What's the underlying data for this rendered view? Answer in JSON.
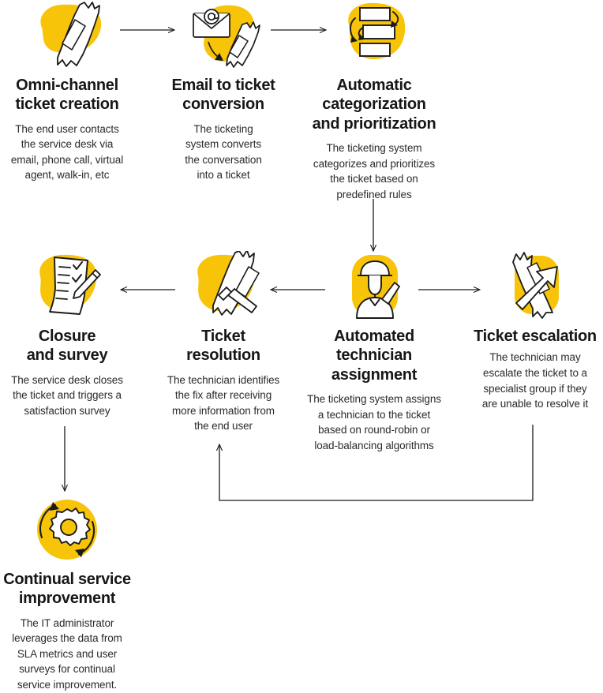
{
  "diagram": {
    "title": "IT service desk ticket lifecycle workflow",
    "accent_color": "#F7C40A",
    "line_color": "#1a1a1a",
    "text_color": "#171717"
  },
  "nodes": [
    {
      "id": "omni-channel-ticket-creation",
      "icon": "ticket-icon",
      "title": "Omni-channel\nticket creation",
      "title_lines": [
        "Omni-channel",
        "ticket creation"
      ],
      "description": "The end user contacts the service desk via email, phone call, virtual agent, walk-in, etc",
      "description_lines": [
        "The end user contacts",
        "the service desk via",
        "email, phone call, virtual",
        "agent, walk-in, etc"
      ]
    },
    {
      "id": "email-to-ticket-conversion",
      "icon": "email-to-ticket-icon",
      "title": "Email to ticket\nconversion",
      "title_lines": [
        "Email to ticket",
        "conversion"
      ],
      "description": "The ticketing system converts the conversation into a ticket",
      "description_lines": [
        "The ticketing",
        "system converts",
        "the conversation",
        "into a ticket"
      ]
    },
    {
      "id": "automatic-categorization-and-prioritization",
      "icon": "categorization-icon",
      "title": "Automatic categorization and prioritization",
      "title_lines": [
        "Automatic",
        "categorization",
        "and prioritization"
      ],
      "description": "The ticketing system categorizes and prioritizes the ticket based on predefined rules",
      "description_lines": [
        "The ticketing system",
        "categorizes and prioritizes",
        "the ticket based on",
        "predefined rules"
      ]
    },
    {
      "id": "closure-and-survey",
      "icon": "checklist-pencil-icon",
      "title": "Closure and survey",
      "title_lines": [
        "Closure",
        "and survey"
      ],
      "description": "The service desk closes the ticket and triggers a satisfaction survey",
      "description_lines": [
        "The service desk closes",
        "the ticket and triggers a",
        "satisfaction survey"
      ]
    },
    {
      "id": "ticket-resolution",
      "icon": "ticket-wrench-icon",
      "title": "Ticket resolution",
      "title_lines": [
        "Ticket",
        "resolution"
      ],
      "description": "The technician identifies the fix after receiving more information from the end user",
      "description_lines": [
        "The technician identifies",
        "the fix after receiving",
        "more information from",
        "the end user"
      ]
    },
    {
      "id": "automated-technician-assignment",
      "icon": "technician-icon",
      "title": "Automated technician assignment",
      "title_lines": [
        "Automated",
        "technician",
        "assignment"
      ],
      "description": "The ticketing system assigns a technician to the ticket based on round-robin or load-balancing algorithms",
      "description_lines": [
        "The ticketing system assigns",
        "a technician to the ticket",
        "based on round-robin or",
        "load-balancing algorithms"
      ]
    },
    {
      "id": "ticket-escalation",
      "icon": "ticket-escalation-icon",
      "title": "Ticket escalation",
      "title_lines": [
        "Ticket escalation"
      ],
      "description": "The technician may escalate the ticket to a specialist group if they are unable to resolve it",
      "description_lines": [
        "The technician may",
        "escalate the ticket to a",
        "specialist group if they",
        "are unable to resolve it"
      ]
    },
    {
      "id": "continual-service-improvement",
      "icon": "gear-cycle-icon",
      "title": "Continual service improvement",
      "title_lines": [
        "Continual service",
        "improvement"
      ],
      "description": "The IT administrator leverages the data from SLA metrics and user surveys for continual service improvement.",
      "description_lines": [
        "The IT administrator",
        "leverages the data from",
        "SLA metrics and user",
        "surveys for continual",
        "service improvement."
      ]
    }
  ],
  "connectors": [
    {
      "name": "arrow-creation-to-email",
      "direction": "right"
    },
    {
      "name": "arrow-email-to-categorization",
      "direction": "right"
    },
    {
      "name": "arrow-categorization-to-assignment",
      "direction": "down"
    },
    {
      "name": "arrow-assignment-to-escalation",
      "direction": "right"
    },
    {
      "name": "arrow-assignment-to-resolution",
      "direction": "left"
    },
    {
      "name": "arrow-resolution-to-closure",
      "direction": "left"
    },
    {
      "name": "arrow-closure-to-improvement",
      "direction": "down"
    },
    {
      "name": "arrow-escalation-loopback-to-resolution",
      "direction": "loop-up"
    }
  ]
}
